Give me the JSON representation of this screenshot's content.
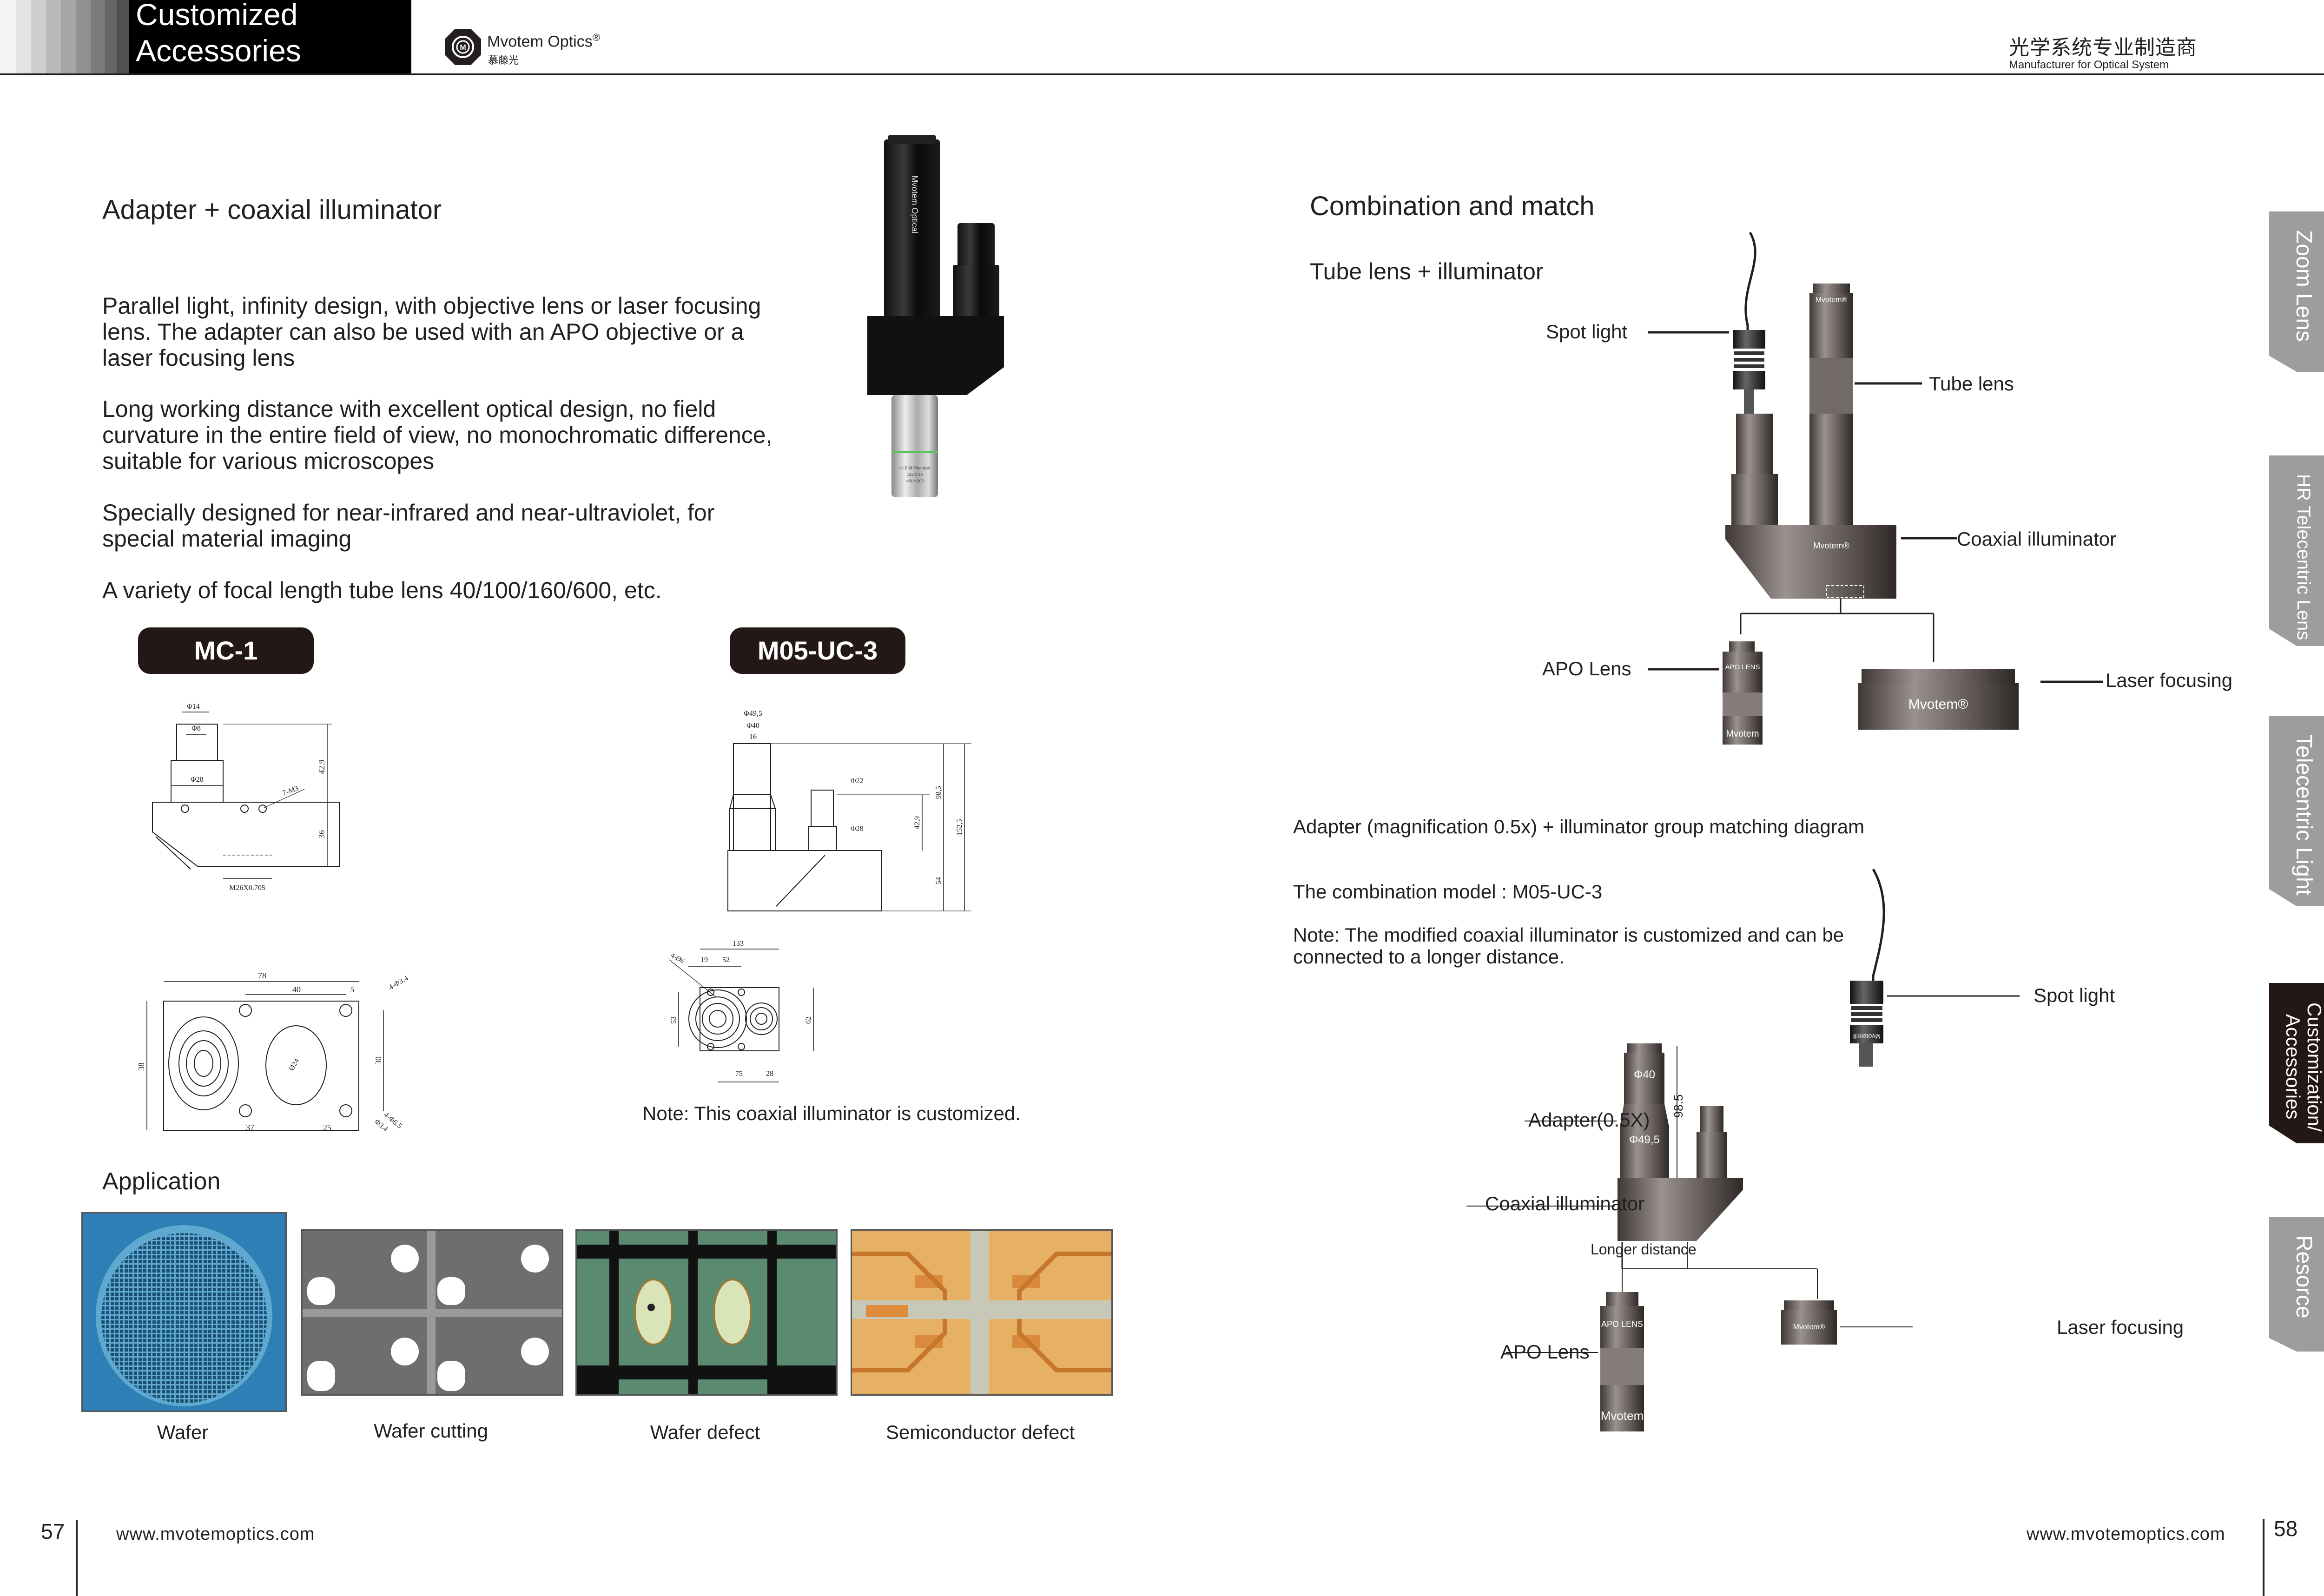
{
  "header": {
    "section_title_line1": "Customized",
    "section_title_line2": "Accessories",
    "brand_name": "Mvotem Optics",
    "brand_registered": "®",
    "brand_cn": "慕藤光",
    "tagline_cn": "光学系统专业制造商",
    "tagline_en": "Manufacturer for Optical System"
  },
  "left_page": {
    "heading": "Adapter + coaxial illuminator",
    "paragraphs": [
      "Parallel light, infinity design, with objective lens or laser focusing lens. The adapter can also be used with an APO objective or a laser focusing lens",
      "Long working distance with excellent optical design, no field curvature in the entire field of view, no monochromatic difference, suitable for various microscopes",
      "Specially designed for near-infrared and near-ultraviolet, for special material imaging",
      "A variety of focal length tube lens 40/100/160/600, etc."
    ],
    "product_photo_labels": {
      "barrel": "Mvotem Optical",
      "objective_line1": "HLB M Plan Apo",
      "objective_line2": "15x/0.35",
      "objective_line3": "∞/0 f=200"
    },
    "models": [
      {
        "name": "MC-1",
        "side_dims": {
          "d_top": "Φ14",
          "d_inner": "Φ8",
          "d_base": "Φ28",
          "h_upper": "42.9",
          "h_lower": "36",
          "holes": "7-M3",
          "thread": "M26X0.705"
        },
        "top_dims": {
          "width": "78",
          "spacing": "40",
          "edge": "5",
          "height": "38",
          "hole_pitch": "30",
          "center_offset": "37",
          "right_offset": "25",
          "bore": "Ø24",
          "holes_a": "4-Φ3.4",
          "holes_b": "4-Φ6.5",
          "holes_c": "Φ3.4"
        }
      },
      {
        "name": "M05-UC-3",
        "side_dims": {
          "d_outer": "Φ49,5",
          "d_mid": "Φ40",
          "d_inner": "16",
          "d_port_top": "Φ22",
          "d_port_base": "Φ28",
          "h_port": "42,9",
          "h_upper": "98,5",
          "h_total": "152,5",
          "h_body": "54"
        },
        "top_dims": {
          "holes": "4-Ø6",
          "width": "133",
          "left_edge": "19",
          "hole_pitch": "52",
          "height": "53",
          "body_h": "62",
          "center_dist": "75",
          "right_dist": "28"
        }
      }
    ],
    "note": "Note: This coaxial illuminator is customized.",
    "application": {
      "heading": "Application",
      "items": [
        {
          "caption": "Wafer"
        },
        {
          "caption": "Wafer cutting"
        },
        {
          "caption": "Wafer defect"
        },
        {
          "caption": "Semiconductor defect"
        }
      ]
    },
    "page_number": "57",
    "url": "www.mvotemoptics.com"
  },
  "right_page": {
    "heading": "Combination and match",
    "diagram1": {
      "title": "Tube lens + illuminator",
      "labels": {
        "spot_light": "Spot light",
        "tube_lens": "Tube lens",
        "coaxial": "Coaxial illuminator",
        "apo": "APO Lens",
        "laser": "Laser focusing"
      },
      "part_texts": {
        "brand": "Mvotem",
        "brand_reg": "Mvotem®",
        "apo_lens": "APO LENS"
      }
    },
    "diagram2": {
      "title": "Adapter (magnification 0.5x) + illuminator group matching diagram",
      "model_line": "The combination model : M05-UC-3",
      "note": "Note: The modified coaxial illuminator is customized and can be connected to a longer distance.",
      "labels": {
        "spot_light": "Spot light",
        "adapter": "Adapter(0.5X)",
        "coaxial": "Coaxial illuminator",
        "longer": "Longer distance",
        "apo": "APO Lens",
        "laser": "Laser focusing"
      },
      "dims": {
        "d40": "Φ40",
        "d49": "Φ49,5",
        "h98": "98.5"
      },
      "part_texts": {
        "brand": "Mvotem",
        "brand_reg": "Mvotem®",
        "apo_lens": "APO LENS"
      }
    },
    "page_number": "58",
    "url": "www.mvotemoptics.com"
  },
  "side_tabs": [
    {
      "label": "Zoom Lens",
      "active": false
    },
    {
      "label": "HR Telecentric Lens",
      "active": false
    },
    {
      "label": "Telecentric Light",
      "active": false
    },
    {
      "label": "Customization/ Accessories",
      "active": true
    },
    {
      "label": "Resorce",
      "active": false
    }
  ],
  "colors": {
    "tab_inactive": "#9d9d9d",
    "tab_active": "#231815",
    "badge": "#231815",
    "metal": "#6b625f"
  }
}
